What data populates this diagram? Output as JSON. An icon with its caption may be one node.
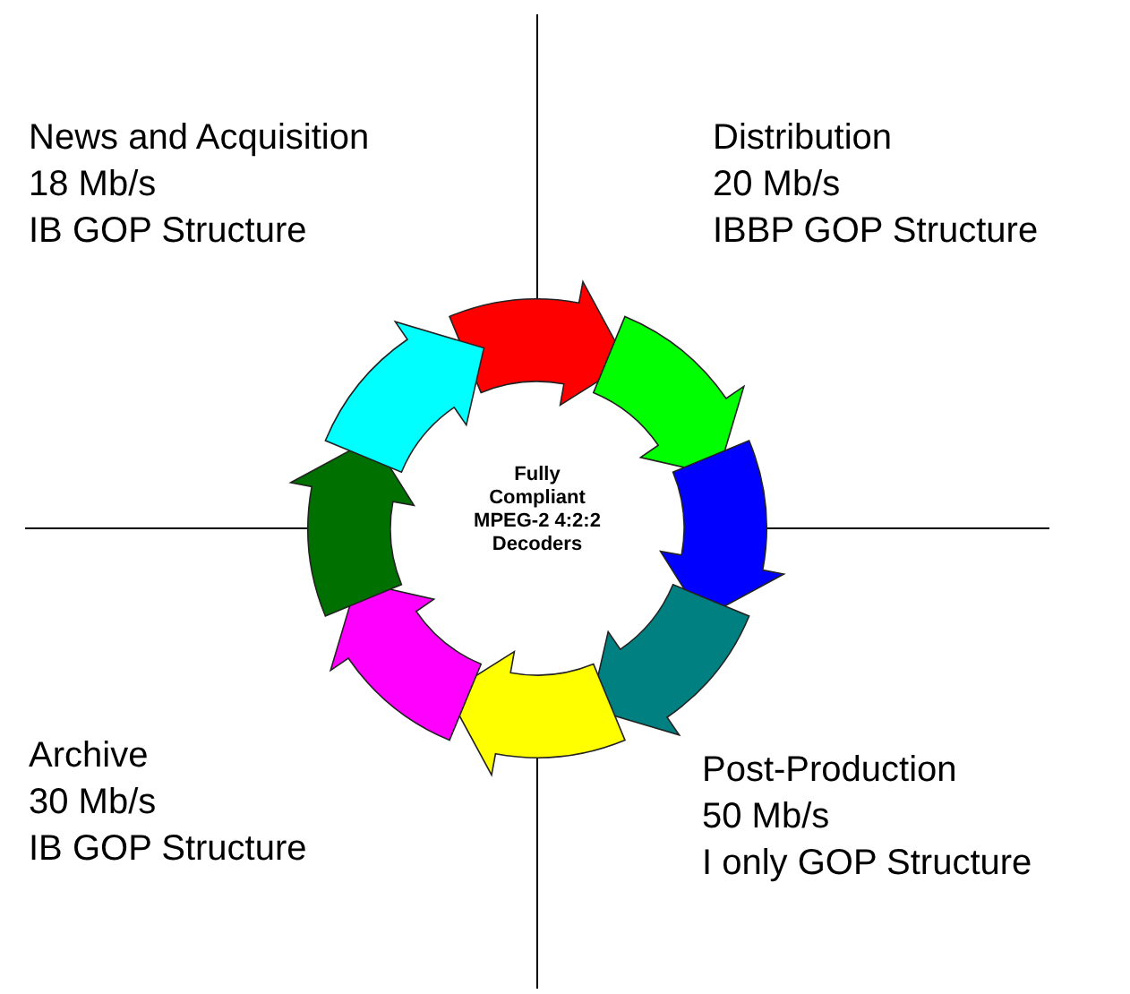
{
  "diagram": {
    "labels": [
      "News and Acquisition",
      "18 Mb/s",
      "IB GOP Structure",
      "Distribution",
      "20 Mb/s",
      "IBBP GOP Structure",
      "Fully Compliant MPEG-2 4:2:2 Decoders",
      "Archive",
      "30 Mb/s",
      "IB GOP Structure",
      "Post-Production",
      "50 Mb/s",
      "I only GOP Structure"
    ]
  }
}
